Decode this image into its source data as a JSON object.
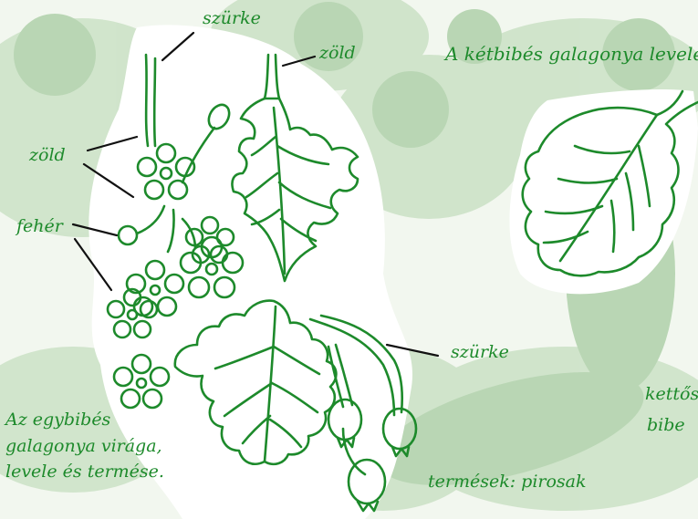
{
  "colors": {
    "line": "#1d8a2b",
    "text": "#1d8a2b",
    "background": "#f2f7ef",
    "watermark": "#b9d6b4",
    "leader": "#111111"
  },
  "labels": {
    "stem_top_left": "szürke",
    "stem_top_right": "zöld",
    "sepal_label": "zöld",
    "petal_label": "fehér",
    "fruit_stalk_label": "szürke",
    "double_style_line1": "kettős",
    "double_style_line2": "bibe",
    "fruits_label": "termések: pirosak"
  },
  "captions": {
    "leaf_caption": "A kétbibés galagonya levele.",
    "main_caption": [
      "Az egybibés",
      "galagonya virága,",
      "levele és termése."
    ]
  }
}
